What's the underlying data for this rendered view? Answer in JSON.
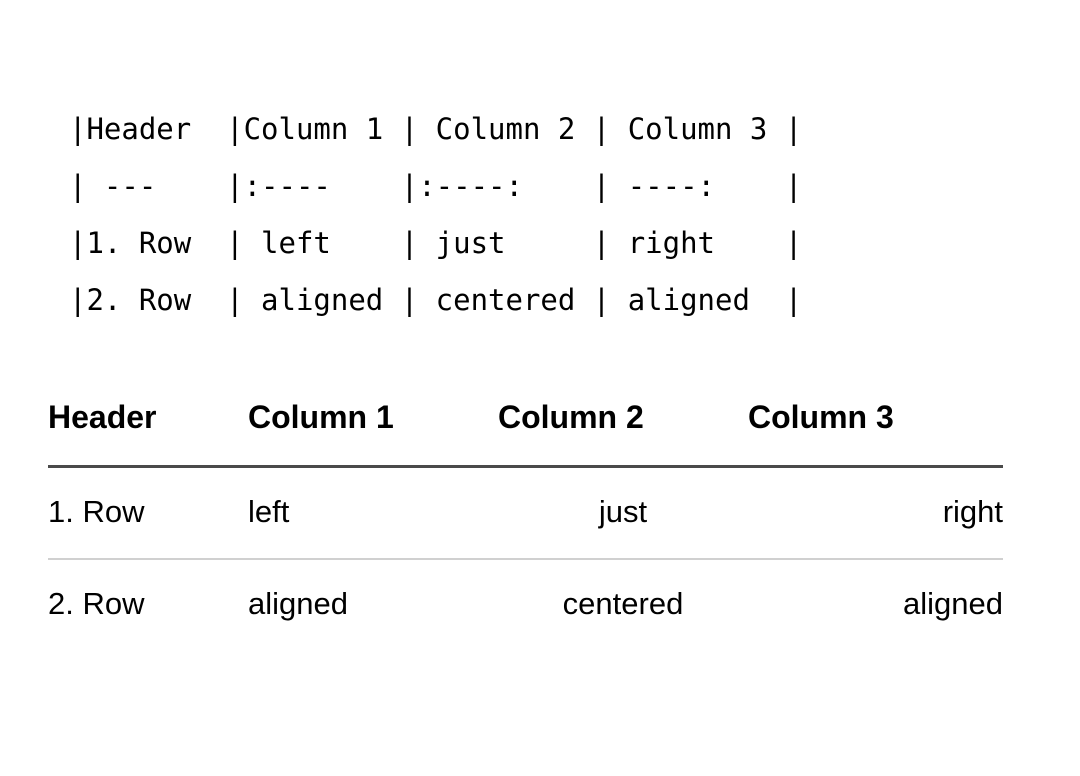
{
  "markdown_source": {
    "lines": [
      "|Header  |Column 1 | Column 2 | Column 3 |",
      "| ---    |:----    |:----:    | ----:    |",
      "|1. Row  | left    | just     | right    |",
      "|2. Row  | aligned | centered | aligned  |"
    ]
  },
  "rendered_table": {
    "headers": [
      "Header",
      "Column 1",
      "Column 2",
      "Column 3"
    ],
    "alignments": [
      "default",
      "left",
      "center",
      "right"
    ],
    "rows": [
      [
        "1. Row",
        "left",
        "just",
        "right"
      ],
      [
        "2. Row",
        "aligned",
        "centered",
        "aligned"
      ]
    ]
  },
  "colors": {
    "background": "#ffffff",
    "text": "#000000",
    "header_rule": "#4a4a4a",
    "row_rule": "#d0d0d0"
  }
}
